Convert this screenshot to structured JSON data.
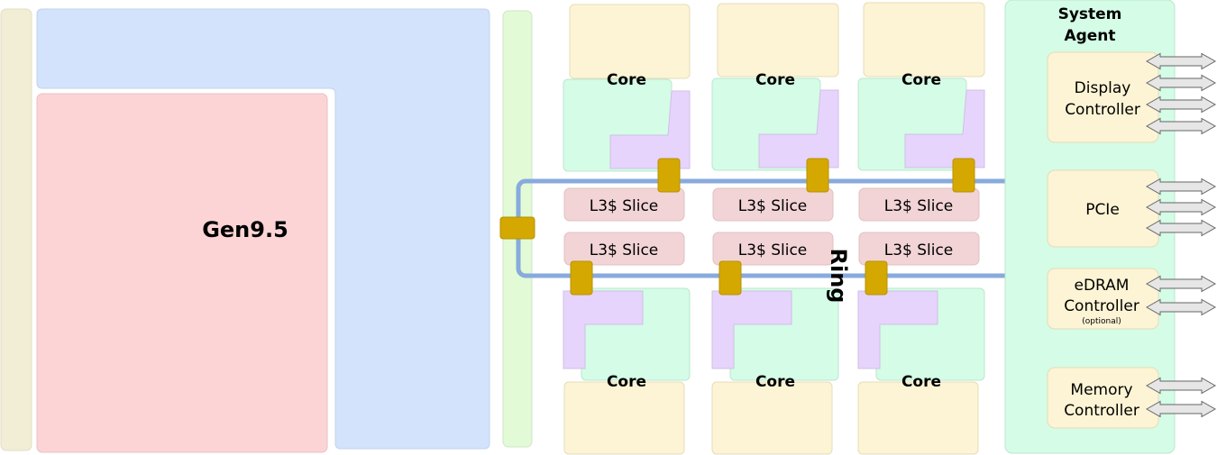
{
  "title": "",
  "gpu": {
    "label": "Gen9.5"
  },
  "ring": {
    "label": "Ring"
  },
  "cores": {
    "label": "Core",
    "top": [
      {
        "label": "Core"
      },
      {
        "label": "Core"
      },
      {
        "label": "Core"
      }
    ],
    "bottom": [
      {
        "label": "Core"
      },
      {
        "label": "Core"
      },
      {
        "label": "Core"
      }
    ]
  },
  "l3": {
    "row1": [
      {
        "label": "L3$ Slice"
      },
      {
        "label": "L3$ Slice"
      },
      {
        "label": "L3$ Slice"
      }
    ],
    "row2": [
      {
        "label": "L3$ Slice"
      },
      {
        "label": "L3$ Slice"
      },
      {
        "label": "L3$ Slice"
      }
    ]
  },
  "system_agent": {
    "title_line1": "System",
    "title_line2": "Agent",
    "display_line1": "Display",
    "display_line2": "Controller",
    "pcie": "PCIe",
    "edram_line1": "eDRAM",
    "edram_line2": "Controller",
    "edram_note": "(optional)",
    "memory_line1": "Memory",
    "memory_line2": "Controller"
  },
  "colors": {
    "gpu_left_strip": "#f2eed6",
    "gpu_l_shape": "#d4e3fc",
    "gpu_main": "#fcd4d6",
    "green_strip": "#e2fad6",
    "core_cache": "#fcf4d4",
    "core_green": "#d4fce6",
    "core_purple": "#e6d4fc",
    "l3_slice": "#f2d4d6",
    "ring": "#88aadd",
    "ring_stop": "#d4a800",
    "system_agent": "#d4fce6",
    "sa_block": "#fcf4d4",
    "arrow_fill": "#e6e6e6",
    "arrow_stroke": "#666666"
  }
}
